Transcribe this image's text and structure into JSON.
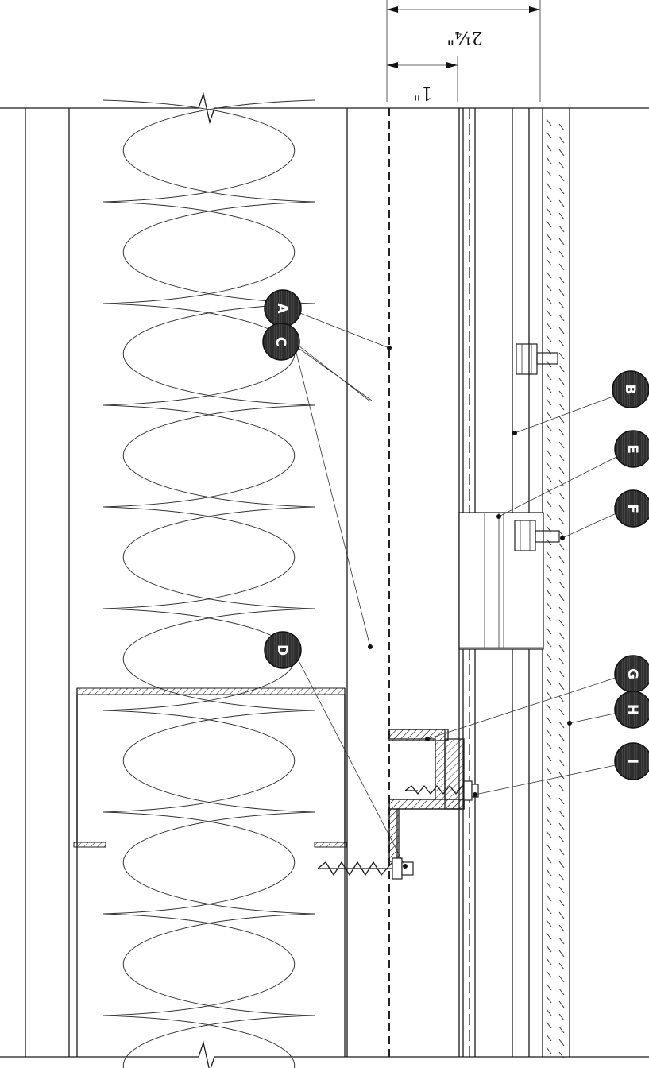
{
  "dimensions": {
    "small": "1\"",
    "large": "2¼\""
  },
  "callouts": [
    {
      "id": "A",
      "label": "A"
    },
    {
      "id": "C",
      "label": "C"
    },
    {
      "id": "D",
      "label": "D"
    },
    {
      "id": "B",
      "label": "B"
    },
    {
      "id": "E",
      "label": "E"
    },
    {
      "id": "F",
      "label": "F"
    },
    {
      "id": "G",
      "label": "G"
    },
    {
      "id": "H",
      "label": "H"
    },
    {
      "id": "I",
      "label": "I"
    }
  ],
  "colors": {
    "line": "#1a1a1a",
    "bubble": "#3a3a3a",
    "background": "#ffffff"
  }
}
